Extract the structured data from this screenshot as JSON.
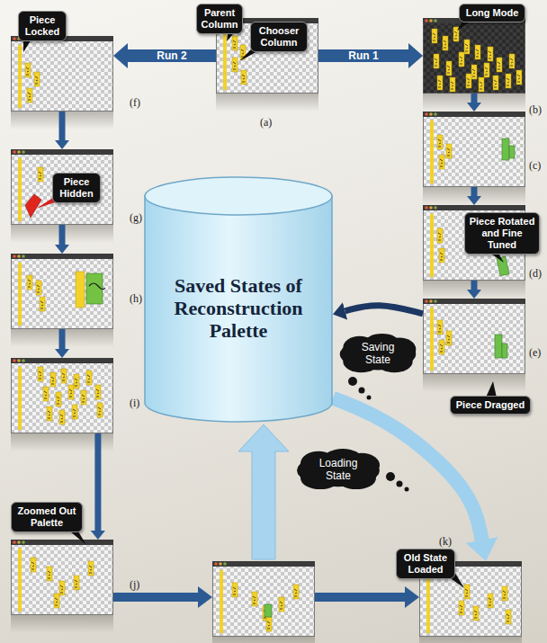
{
  "diagram": {
    "nodes": [
      {
        "text": [
          "Parent Column"
        ]
      },
      {
        "text": [
          "Chooser Column"
        ]
      },
      {
        "text": [
          "(a)"
        ]
      },
      {
        "text": [
          "Long Mode"
        ]
      },
      {
        "text": [
          "(b)"
        ]
      },
      {
        "text": [
          "Piece Locked"
        ]
      },
      {
        "text": [
          "(f)"
        ]
      },
      {
        "text": [
          "(c)"
        ]
      },
      {
        "text": [
          "Piece Rotated and Fine Tuned"
        ]
      },
      {
        "text": [
          "(d)"
        ]
      },
      {
        "text": [
          "Piece Hidden"
        ]
      },
      {
        "text": [
          "(g)"
        ]
      },
      {
        "text": [
          "Saved States of Reconstruction Palette"
        ]
      },
      {
        "text": [
          "Saving State"
        ]
      },
      {
        "text": [
          "(h)"
        ]
      },
      {
        "text": [
          "(e)"
        ]
      },
      {
        "text": [
          "Piece Dragged"
        ]
      },
      {
        "text": [
          "(i)"
        ]
      },
      {
        "text": [
          "Loading State"
        ]
      },
      {
        "text": [
          "Zoomed Out Palette"
        ]
      },
      {
        "text": [
          "(j)"
        ]
      },
      {
        "text": [
          "Old State Loaded"
        ]
      },
      {
        "text": [
          "(k)"
        ]
      }
    ],
    "edges": [
      {
        "from": 2,
        "to": 4,
        "label": "Run 1",
        "arrow": "to"
      },
      {
        "from": 2,
        "to": 6,
        "label": "Run 2",
        "arrow": "to"
      },
      {
        "from": 4,
        "to": 7,
        "arrow": "to"
      },
      {
        "from": 7,
        "to": 9,
        "arrow": "to"
      },
      {
        "from": 9,
        "to": 15,
        "arrow": "to"
      },
      {
        "from": 6,
        "to": 11,
        "arrow": "to"
      },
      {
        "from": 11,
        "to": 14,
        "arrow": "to"
      },
      {
        "from": 14,
        "to": 17,
        "arrow": "to"
      },
      {
        "from": 17,
        "to": 20,
        "arrow": "to"
      },
      {
        "from": 15,
        "to": 12,
        "arrow": "to"
      },
      {
        "from": 12,
        "to": 22,
        "arrow": "to"
      }
    ]
  }
}
